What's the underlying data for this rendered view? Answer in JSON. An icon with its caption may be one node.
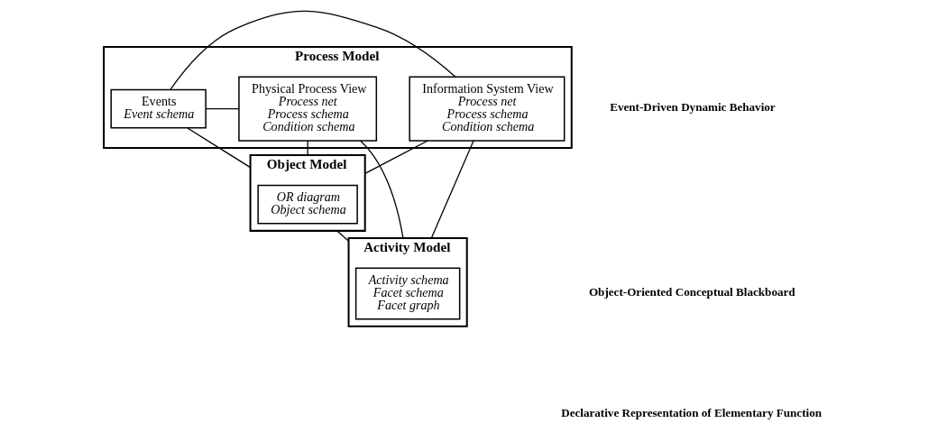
{
  "diagram": {
    "nodes": [
      {
        "text": [
          "Process Model"
        ]
      },
      {
        "text": [
          "Physical Process View",
          "Process net",
          "Process schema",
          "Condition schema"
        ],
        "in": 0
      },
      {
        "text": [
          "Events",
          "Event schema"
        ],
        "in": 0
      },
      {
        "text": [
          "Information System View",
          "Process net",
          "Process schema",
          "Condition schema"
        ],
        "in": 0
      },
      {
        "text": [
          "Object Model"
        ]
      },
      {
        "text": [
          "OR diagram",
          "Object schema"
        ],
        "in": 4
      },
      {
        "text": [
          "Activity Model"
        ]
      },
      {
        "text": [
          "Activity schema",
          "Facet schema",
          "Facet graph"
        ],
        "in": 6
      }
    ],
    "edges": [
      {
        "from": 1,
        "to": 2,
        "arrow": "none"
      },
      {
        "from": 2,
        "to": 3,
        "arrow": "none"
      },
      {
        "from": 2,
        "to": 4,
        "arrow": "none"
      },
      {
        "from": 1,
        "to": 4,
        "arrow": "none"
      },
      {
        "from": 3,
        "to": 4,
        "arrow": "none"
      },
      {
        "from": 1,
        "to": 6,
        "arrow": "none"
      },
      {
        "from": 3,
        "to": 6,
        "arrow": "none"
      },
      {
        "from": 4,
        "to": 6,
        "arrow": "none"
      }
    ],
    "labels": [
      "Event-Driven Dynamic Behavior",
      "Object-Oriented Conceptual Blackboard",
      "Declarative Representation of Elementary Function"
    ]
  }
}
